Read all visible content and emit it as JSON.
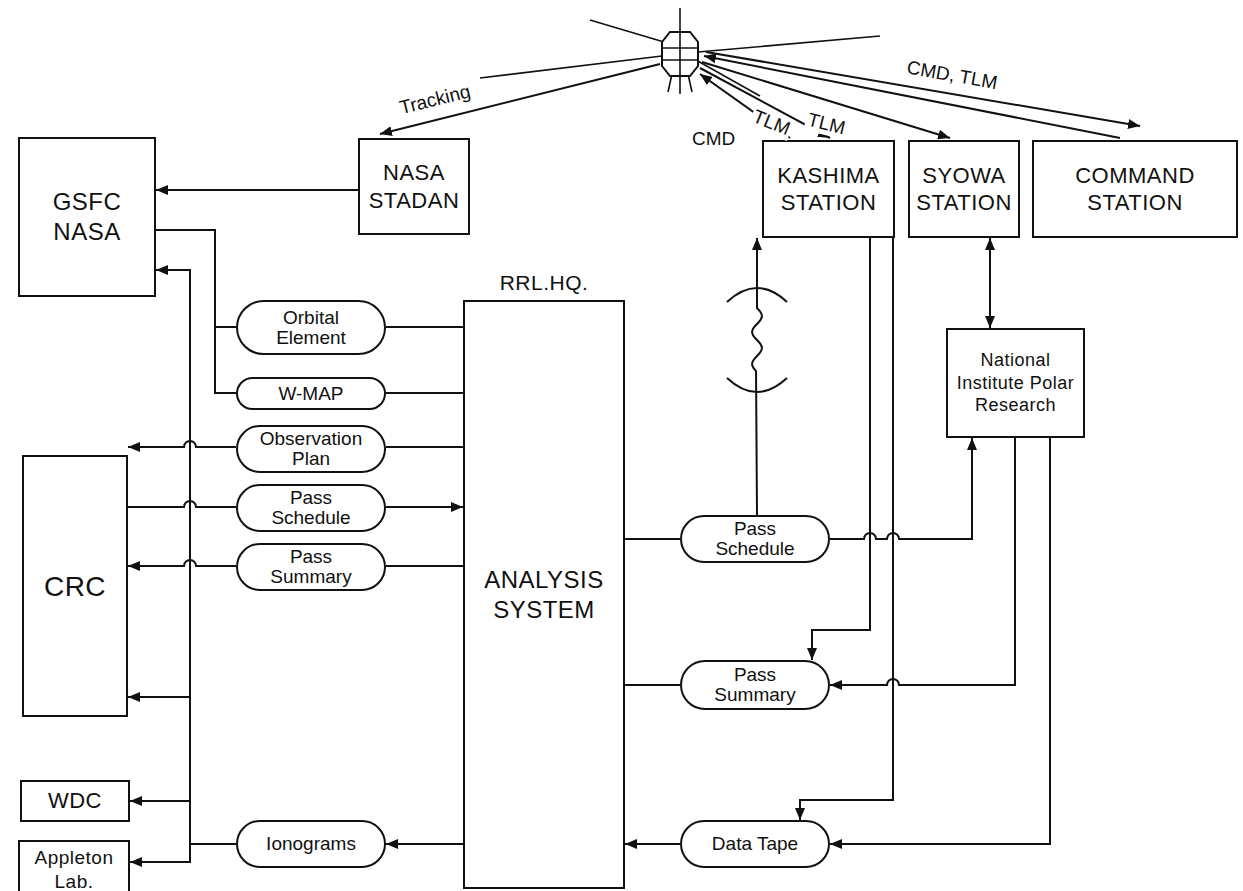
{
  "diagram": {
    "nodes": [
      {
        "text": [
          "GSFC NASA"
        ]
      },
      {
        "text": [
          "NASA STADAN"
        ]
      },
      {
        "text": [
          "KASHIMA STATION"
        ]
      },
      {
        "text": [
          "SYOWA STATION"
        ]
      },
      {
        "text": [
          "COMMAND STATION"
        ]
      },
      {
        "text": [
          "RRL.HQ.",
          "ANALYSIS SYSTEM"
        ]
      },
      {
        "text": [
          "National Institute Polar Research"
        ]
      },
      {
        "text": [
          "CRC"
        ]
      },
      {
        "text": [
          "WDC"
        ]
      },
      {
        "text": [
          "Appleton Lab."
        ]
      },
      {
        "text": [
          "Orbital Element"
        ]
      },
      {
        "text": [
          "W-MAP"
        ]
      },
      {
        "text": [
          "Observation Plan"
        ]
      },
      {
        "text": [
          "Pass Schedule"
        ]
      },
      {
        "text": [
          "Pass Summary"
        ]
      },
      {
        "text": [
          "Ionograms"
        ]
      },
      {
        "text": [
          "Pass Schedule"
        ]
      },
      {
        "text": [
          "Pass Summary"
        ]
      },
      {
        "text": [
          "Data Tape"
        ]
      }
    ],
    "edges": [
      {
        "from": 1,
        "to": 0,
        "arrow": "to"
      },
      {
        "from": 0,
        "to": 10,
        "arrow": "none"
      },
      {
        "from": 0,
        "to": 11,
        "arrow": "none"
      },
      {
        "from": 10,
        "to": 5,
        "arrow": "none"
      },
      {
        "from": 11,
        "to": 5,
        "arrow": "none"
      },
      {
        "from": 5,
        "to": 12,
        "arrow": "none"
      },
      {
        "from": 12,
        "to": 7,
        "arrow": "to"
      },
      {
        "from": 7,
        "to": 13,
        "arrow": "none"
      },
      {
        "from": 13,
        "to": 5,
        "arrow": "to"
      },
      {
        "from": 5,
        "to": 14,
        "arrow": "none"
      },
      {
        "from": 14,
        "to": 7,
        "arrow": "to"
      },
      {
        "from": 5,
        "to": 15,
        "arrow": "to"
      },
      {
        "from": 15,
        "to": 0,
        "arrow": "to"
      },
      {
        "from": 15,
        "to": 7,
        "arrow": "to"
      },
      {
        "from": 15,
        "to": 8,
        "arrow": "to"
      },
      {
        "from": 15,
        "to": 9,
        "arrow": "to"
      },
      {
        "from": 5,
        "to": 16,
        "arrow": "none"
      },
      {
        "from": 16,
        "to": 2,
        "arrow": "to"
      },
      {
        "from": 16,
        "to": 6,
        "arrow": "to"
      },
      {
        "from": 2,
        "to": 17,
        "arrow": "to"
      },
      {
        "from": 6,
        "to": 17,
        "arrow": "to"
      },
      {
        "from": 17,
        "to": 5,
        "arrow": "none"
      },
      {
        "from": 2,
        "to": 18,
        "arrow": "to"
      },
      {
        "from": 6,
        "to": 18,
        "arrow": "to"
      },
      {
        "from": 18,
        "to": 5,
        "arrow": "to"
      },
      {
        "from": 3,
        "to": 6,
        "arrow": "both"
      }
    ],
    "labels": [
      "Tracking",
      "CMD",
      "TLM",
      "TLM",
      "CMD, TLM"
    ]
  }
}
